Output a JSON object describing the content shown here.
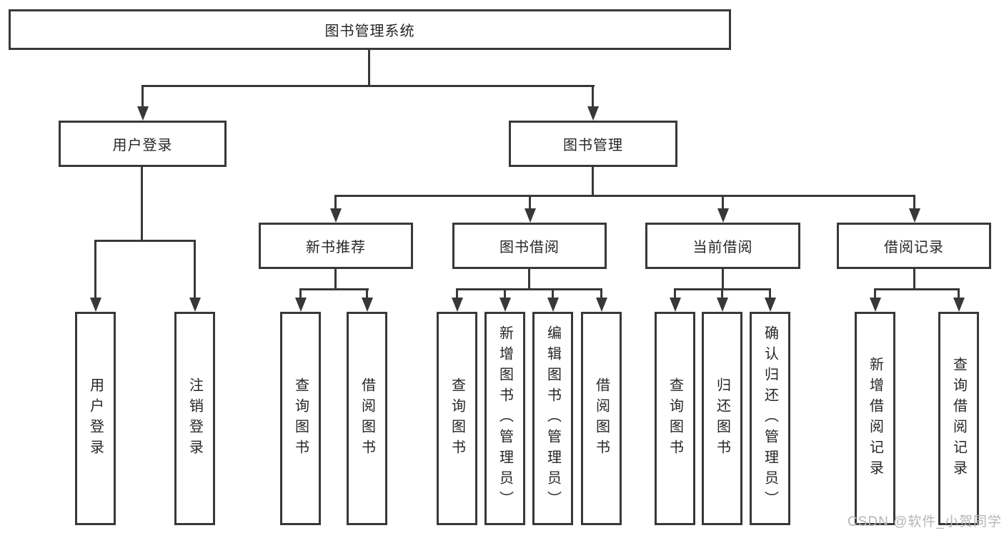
{
  "diagram": {
    "root": {
      "label": "图书管理系统"
    },
    "level2": [
      {
        "label": "用户登录"
      },
      {
        "label": "图书管理"
      }
    ],
    "level3": [
      {
        "label": "新书推荐"
      },
      {
        "label": "图书借阅"
      },
      {
        "label": "当前借阅"
      },
      {
        "label": "借阅记录"
      }
    ],
    "leaves": [
      {
        "label": "用户登录"
      },
      {
        "label": "注销登录"
      },
      {
        "label": "查询图书"
      },
      {
        "label": "借阅图书"
      },
      {
        "label": "查询图书"
      },
      {
        "label": "新增图书（管理员）"
      },
      {
        "label": "编辑图书（管理员）"
      },
      {
        "label": "借阅图书"
      },
      {
        "label": "查询图书"
      },
      {
        "label": "归还图书"
      },
      {
        "label": "确认归还（管理员）"
      },
      {
        "label": "新增借阅记录"
      },
      {
        "label": "查询借阅记录"
      }
    ]
  },
  "colors": {
    "line": "#383838",
    "text": "#262626",
    "background": "#ffffff",
    "watermark": "#b5b5b5"
  },
  "watermark": {
    "text": "CSDN @软件_小贺同学"
  }
}
